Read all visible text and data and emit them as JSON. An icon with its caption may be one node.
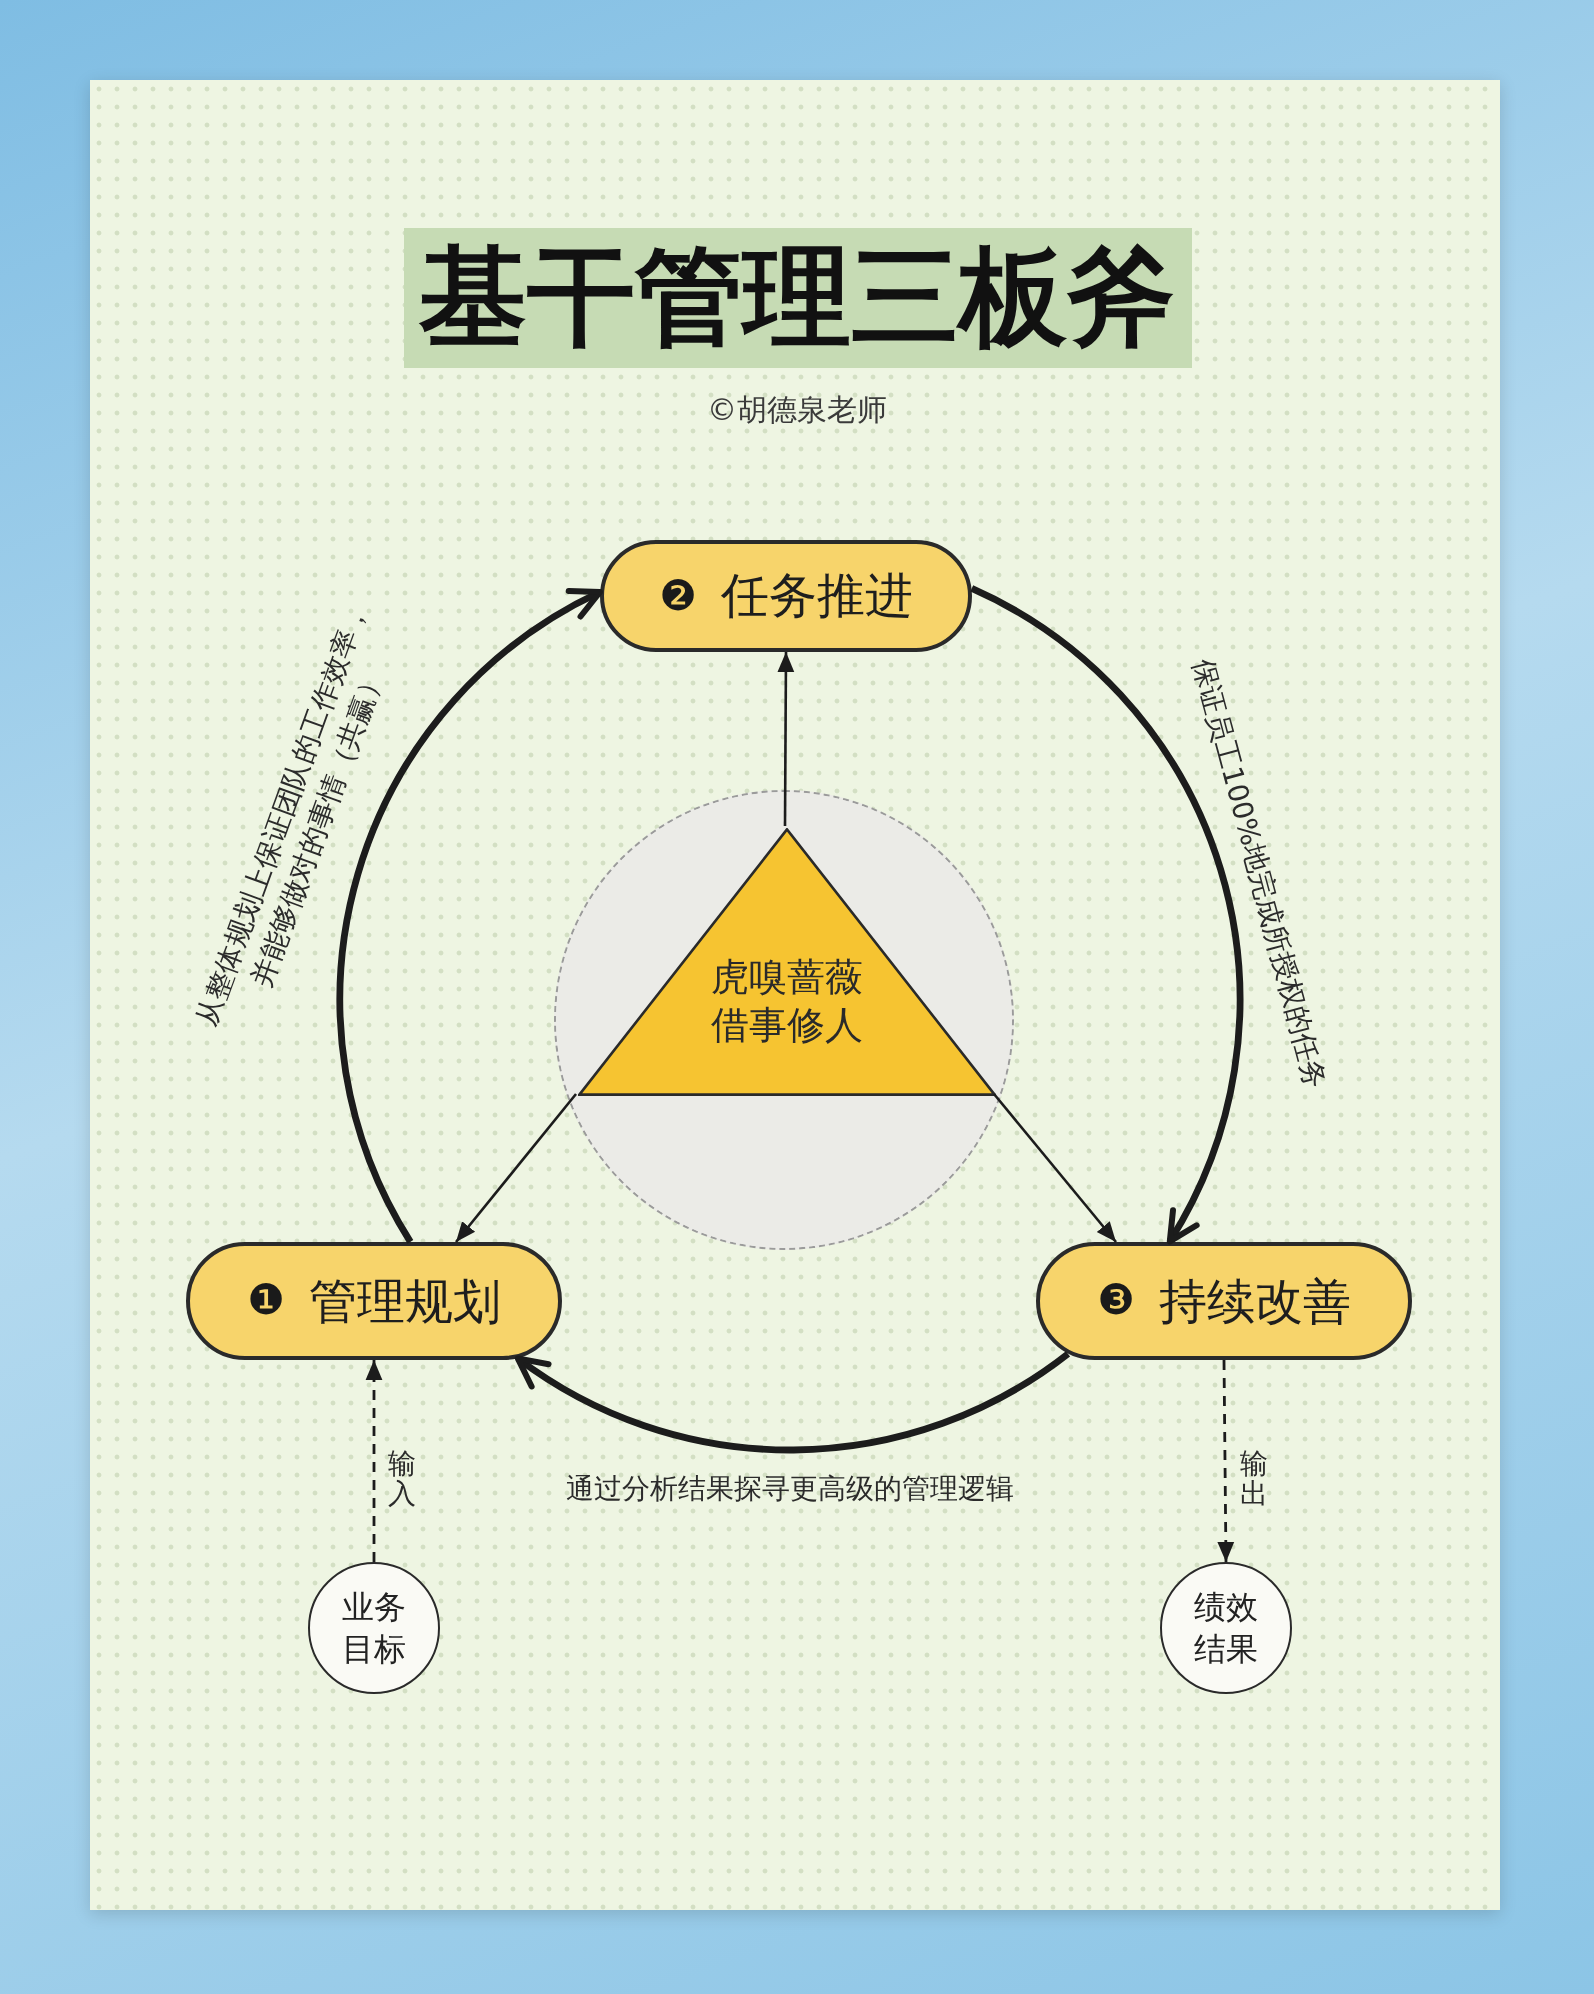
{
  "diagram": {
    "title": "基干管理三板斧",
    "nodes": [
      {
        "text": [
          "❷",
          "任务推进"
        ]
      },
      {
        "text": [],
        "shape": "circle"
      },
      {
        "text": [
          "虎嗅蔷薇借事修人"
        ],
        "in": 1
      },
      {
        "text": [
          "❶",
          "管理规划"
        ]
      },
      {
        "text": [
          "❸",
          "持续改善"
        ]
      },
      {
        "text": [
          "业务目标"
        ]
      },
      {
        "text": [
          "绩效结果"
        ]
      }
    ],
    "edges": [
      {
        "from": 3,
        "to": 0,
        "arrow": "to",
        "style": "thick",
        "label": "从整体规划上保证团队的工作效率，并能够做对的事情（共赢）"
      },
      {
        "from": 0,
        "to": 4,
        "arrow": "to",
        "style": "thick",
        "label": "保证员工100%地完成所授权的任务"
      },
      {
        "from": 4,
        "to": 3,
        "arrow": "to",
        "style": "thick",
        "label": "通过分析结果探寻更高级的管理逻辑"
      },
      {
        "from": 2,
        "to": 0,
        "arrow": "to"
      },
      {
        "from": 2,
        "to": 3,
        "arrow": "to"
      },
      {
        "from": 2,
        "to": 4,
        "arrow": "to"
      },
      {
        "from": 5,
        "to": 3,
        "arrow": "to",
        "style": "dashed",
        "label": "输入"
      },
      {
        "from": 4,
        "to": 6,
        "arrow": "to",
        "style": "dashed",
        "label": "输出"
      }
    ],
    "labels": [
      "©胡德泉老师"
    ]
  }
}
